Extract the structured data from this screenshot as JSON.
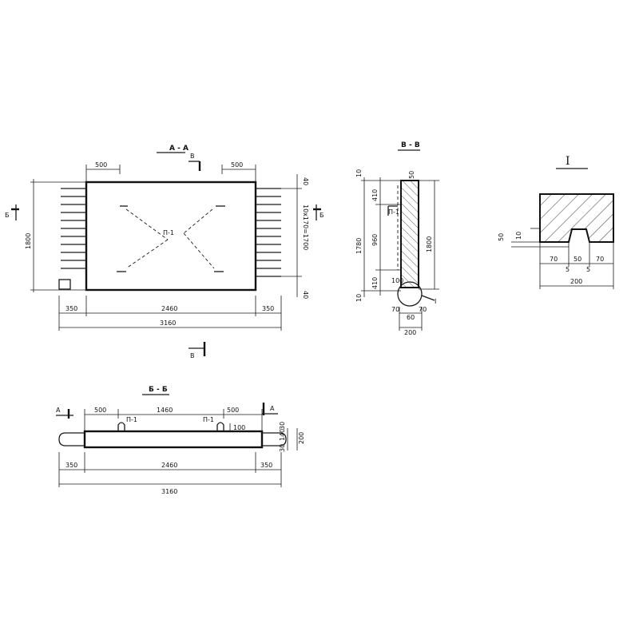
{
  "views": {
    "plan": {
      "title": "А - А",
      "dims": {
        "left": "350",
        "mid": "2460",
        "right": "350",
        "total": "3160",
        "top_left": "500",
        "top_right": "500",
        "height": "1800",
        "side": "10х170=1700",
        "side_top": "40",
        "side_bot": "40"
      },
      "loop_label": "П-1",
      "cut_marks": {
        "v_top": "В",
        "v_bot": "В",
        "left": "Б",
        "right": "Б"
      }
    },
    "section_vv": {
      "title": "В - В",
      "dims": {
        "top": "10",
        "a": "410",
        "b": "960",
        "c": "410",
        "total": "1780",
        "bot": "10",
        "overall": "1800",
        "w1": "70",
        "w2": "60",
        "w3": "70",
        "w_total": "200",
        "t": "50",
        "hundred": "100"
      },
      "loop_label": "П-1",
      "detail_callout": "I"
    },
    "detail_I": {
      "title": "I",
      "dims": {
        "left_h": "50",
        "inner_h": "10",
        "w1": "70",
        "w2": "50",
        "w3": "70",
        "s1": "5",
        "s2": "5",
        "total": "200"
      }
    },
    "section_bb": {
      "title": "Б - Б",
      "dims": {
        "top_left": "500",
        "top_mid": "1460",
        "top_right": "500",
        "left": "350",
        "mid": "2460",
        "right": "350",
        "total": "3160",
        "hundred": "100",
        "v1": "30",
        "v2": "140",
        "v3": "30",
        "v_total": "200"
      },
      "loop_labels": [
        "П-1",
        "П-1"
      ],
      "cut_marks": {
        "left": "А",
        "right": "А"
      }
    }
  }
}
